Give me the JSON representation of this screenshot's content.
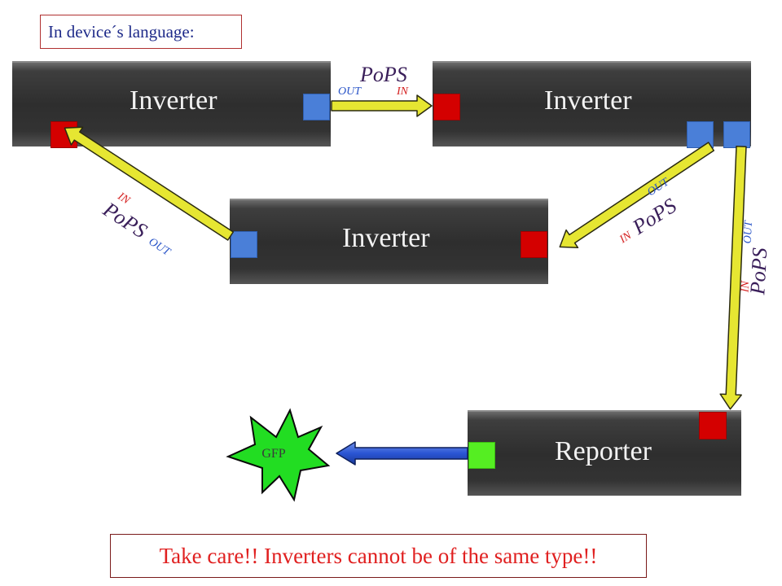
{
  "header": {
    "text": "In device´s language:"
  },
  "blocks": {
    "inverter_top_left": {
      "label": "Inverter"
    },
    "inverter_top_right": {
      "label": "Inverter"
    },
    "inverter_middle": {
      "label": "Inverter"
    },
    "reporter": {
      "label": "Reporter"
    }
  },
  "connections": [
    {
      "signal": "PoPS",
      "out": "OUT",
      "in": "IN"
    },
    {
      "signal": "PoPS",
      "out": "OUT",
      "in": "IN"
    },
    {
      "signal": "PoPS",
      "out": "OUT",
      "in": "IN"
    },
    {
      "signal": "PoPS",
      "out": "OUT",
      "in": "IN"
    }
  ],
  "gfp": {
    "label": "GFP"
  },
  "warning": {
    "text": "Take care!! Inverters cannot be of the same type!!"
  },
  "colors": {
    "out_port": "#4a7fd8",
    "in_port": "#d40000",
    "reporter_out_port": "#55ee22",
    "pops_arrow": "#e6e632",
    "gfp_arrow": "#2a55d4",
    "gfp_star": "#22dd22",
    "pops_text": "#3a1f5a",
    "out_text": "#2a55c8",
    "in_text": "#d42020"
  }
}
